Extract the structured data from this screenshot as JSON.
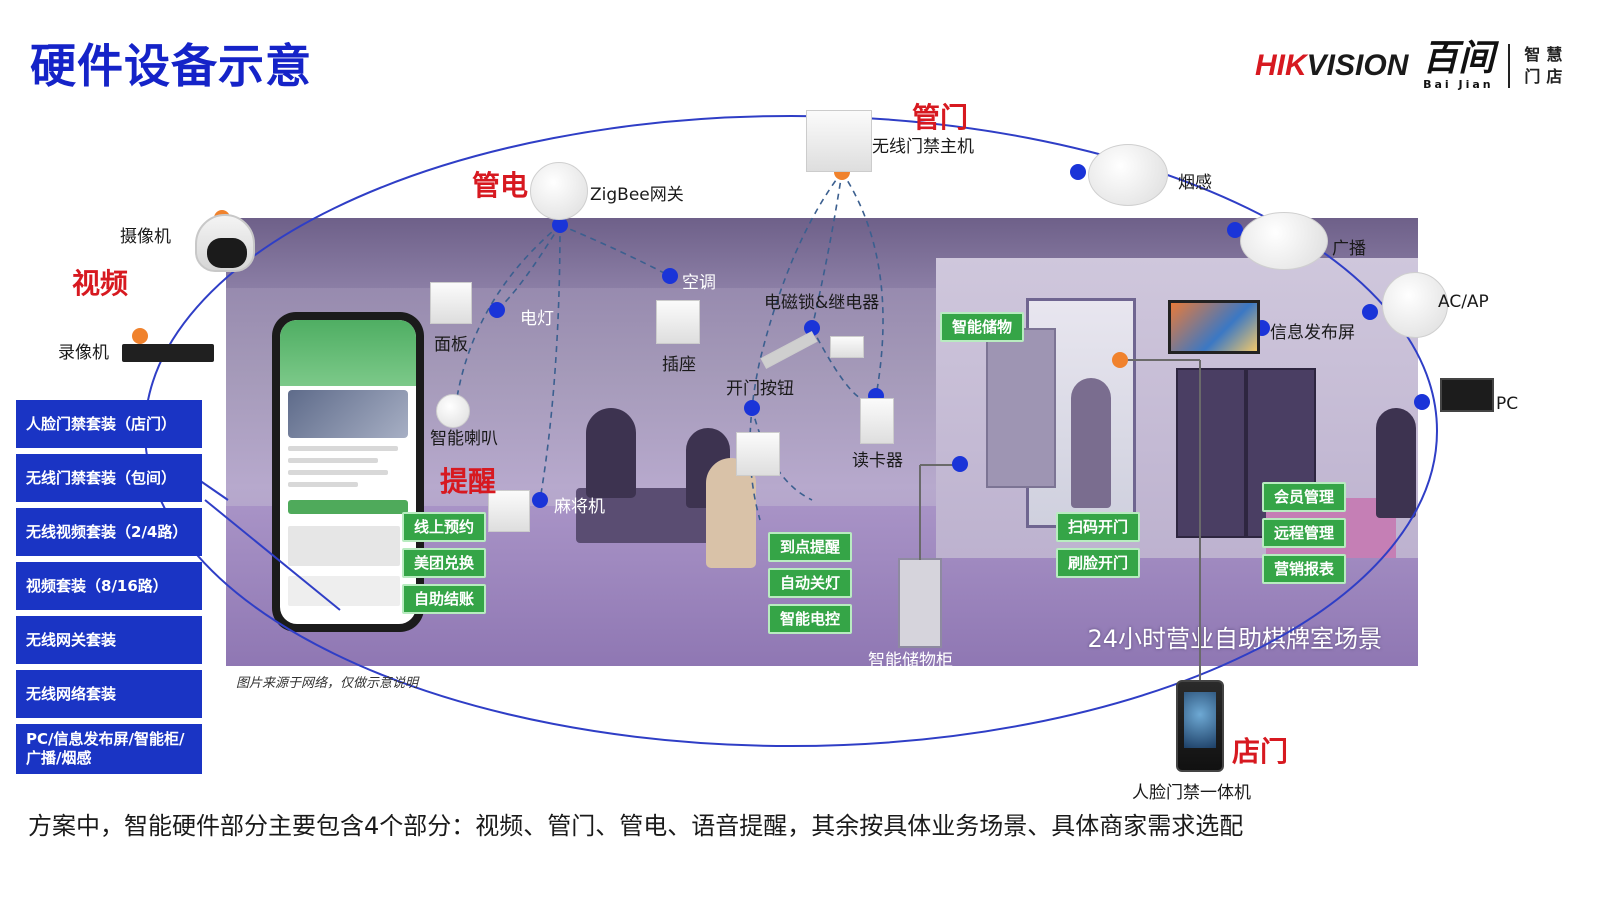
{
  "title": "硬件设备示意",
  "brand": {
    "hik_red": "HIK",
    "hik_dark": "VISION",
    "baijian_cn": "百间",
    "baijian_pinyin": "Bai Jian",
    "side_top": "智慧",
    "side_bottom": "门店"
  },
  "categories": {
    "video": "视频",
    "power": "管电",
    "door": "管门",
    "remind": "提醒",
    "store": "店门"
  },
  "devices": {
    "camera": "摄像机",
    "nvr": "录像机",
    "zigbee": "ZigBee网关",
    "door_host": "无线门禁主机",
    "smoke": "烟感",
    "broadcast": "广播",
    "ap": "AC/AP",
    "info_screen": "信息发布屏",
    "pc": "PC",
    "aircon": "空调",
    "light": "电灯",
    "panel": "面板",
    "socket": "插座",
    "maglock": "电磁锁&继电器",
    "open_button": "开门按钮",
    "speaker": "智能喇叭",
    "mahjong": "麻将机",
    "card_reader": "读卡器",
    "locker": "智能储物柜",
    "face_terminal": "人脸门禁一体机"
  },
  "features": {
    "online_booking": "线上预约",
    "meituan": "美团兑换",
    "self_checkout": "自助结账",
    "smart_storage": "智能储物",
    "on_time_remind": "到点提醒",
    "auto_light_off": "自动关灯",
    "smart_power": "智能电控",
    "scan_open": "扫码开门",
    "face_open": "刷脸开门",
    "member_mgmt": "会员管理",
    "remote_mgmt": "远程管理",
    "marketing_report": "营销报表"
  },
  "packages": [
    "人脸门禁套装（店门）",
    "无线门禁套装（包间）",
    "无线视频套装（2/4路）",
    "视频套装（8/16路）",
    "无线网关套装",
    "无线网络套装",
    "PC/信息发布屏/智能柜/广播/烟感"
  ],
  "scene_caption": "24小时营业自助棋牌室场景",
  "image_note": "图片来源于网络，仅做示意说明",
  "summary": "方案中，智能硬件部分主要包含4个部分：视频、管门、管电、语音提醒，其余按具体业务场景、具体商家需求选配",
  "colors": {
    "title_blue": "#1523c8",
    "box_blue": "#1a34c4",
    "category_red": "#d71920",
    "feature_green": "#35a547",
    "node_blue": "#1a34d8",
    "node_orange": "#f0822d"
  },
  "phone": {}
}
